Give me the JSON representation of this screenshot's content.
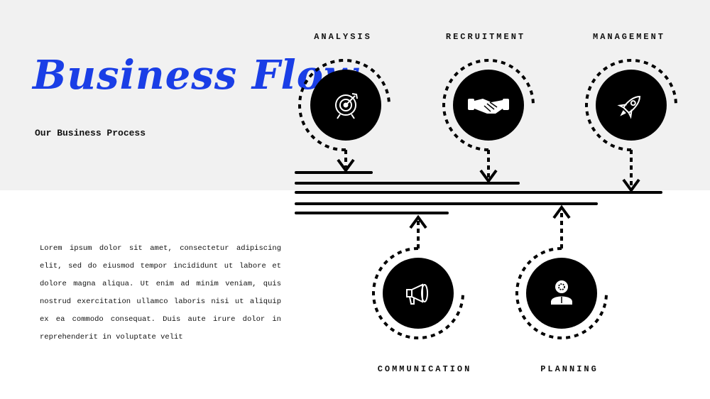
{
  "header": {
    "title": "Business Flow",
    "subtitle": "Our Business Process",
    "accent_color": "#1a3ee6"
  },
  "body_text": "Lorem ipsum dolor sit amet, consectetur adipiscing elit, sed do eiusmod tempor incididunt ut labore et dolore magna aliqua. Ut enim ad minim veniam, quis nostrud exercitation ullamco laboris nisi ut aliquip ex ea commodo consequat. Duis aute irure dolor in reprehenderit in voluptate velit",
  "steps": [
    {
      "label": "ANALYSIS",
      "icon": "target-icon"
    },
    {
      "label": "RECRUITMENT",
      "icon": "handshake-icon"
    },
    {
      "label": "MANAGEMENT",
      "icon": "rocket-icon"
    },
    {
      "label": "COMMUNICATION",
      "icon": "megaphone-icon"
    },
    {
      "label": "PLANNING",
      "icon": "brain-person-icon"
    }
  ]
}
